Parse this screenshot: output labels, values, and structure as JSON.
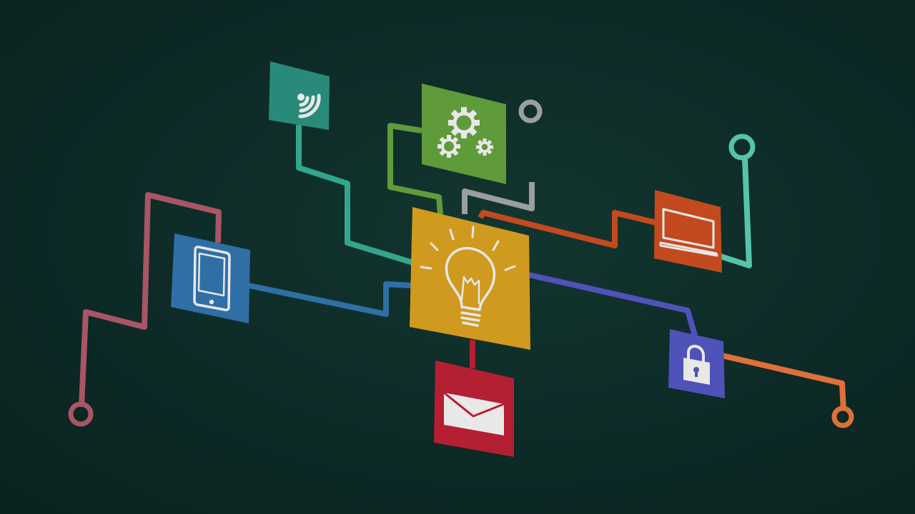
{
  "diagram": {
    "type": "icon-network",
    "background": "#0d2a27",
    "hub": {
      "icon": "lightbulb-icon",
      "color": "#d09a1e"
    },
    "nodes": [
      {
        "id": "wifi",
        "icon": "wifi-signal-icon",
        "color": "#2a8a7a"
      },
      {
        "id": "settings",
        "icon": "gears-icon",
        "color": "#5f9a3b"
      },
      {
        "id": "laptop",
        "icon": "laptop-icon",
        "color": "#c34a1e"
      },
      {
        "id": "phone",
        "icon": "smartphone-icon",
        "color": "#2f6fa5"
      },
      {
        "id": "mail",
        "icon": "envelope-icon",
        "color": "#b51f33"
      },
      {
        "id": "security",
        "icon": "padlock-icon",
        "color": "#4f52b8"
      }
    ],
    "wire_colors": {
      "wifi": "#33a58c",
      "settings": "#5f9a3b",
      "gray": "#9a9fa0",
      "laptop": "#c34a1e",
      "laptop_terminal": "#55c4aa",
      "phone": "#2f6fa5",
      "phone_terminal": "#a85566",
      "mail": "#b51f33",
      "security": "#4f52b8",
      "security_terminal": "#e0703a"
    }
  }
}
